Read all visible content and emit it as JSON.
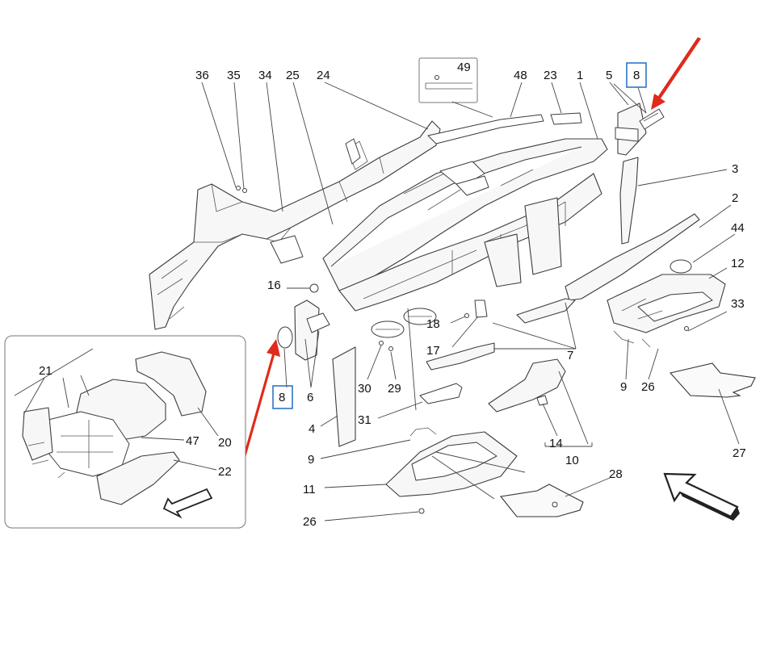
{
  "diagram": {
    "part_labels": {
      "p1": "1",
      "p2": "2",
      "p3": "3",
      "p4": "4",
      "p5": "5",
      "p6": "6",
      "p7": "7",
      "p8_top": "8",
      "p8_left": "8",
      "p9_right": "9",
      "p9_left": "9",
      "p10": "10",
      "p11": "11",
      "p12": "12",
      "p14": "14",
      "p16": "16",
      "p17": "17",
      "p18": "18",
      "p20": "20",
      "p21": "21",
      "p22": "22",
      "p23": "23",
      "p24": "24",
      "p25": "25",
      "p26_right": "26",
      "p26_bottom": "26",
      "p27": "27",
      "p28": "28",
      "p29": "29",
      "p30": "30",
      "p31": "31",
      "p33": "33",
      "p34": "34",
      "p35": "35",
      "p36": "36",
      "p44": "44",
      "p47": "47",
      "p48": "48",
      "p49": "49"
    },
    "highlight_color": "#2f74c8",
    "arrow_color": "#e02a1b",
    "icons": [
      "direction-arrow-icon",
      "inset-arrow-icon",
      "red-pointer-arrow-icon"
    ]
  }
}
